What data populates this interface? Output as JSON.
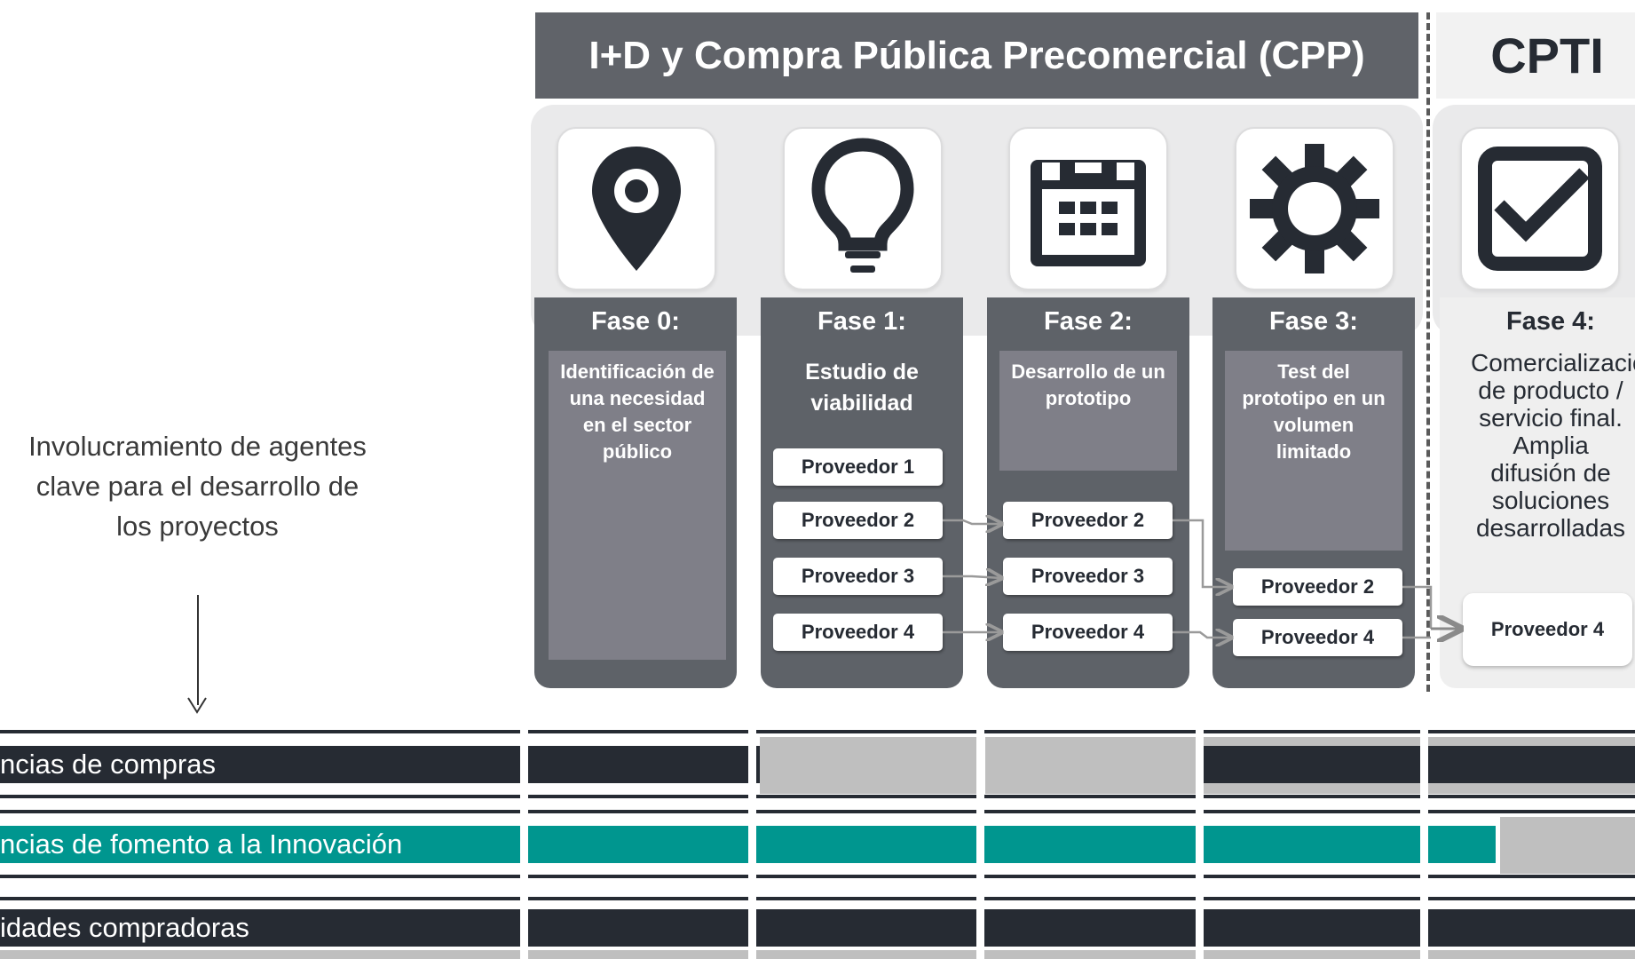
{
  "header": {
    "cpp_title": "I+D y Compra Pública Precomercial (CPP)",
    "cpti_title": "CPTI"
  },
  "icons": [
    "location-pin-icon",
    "lightbulb-icon",
    "calendar-icon",
    "gear-icon",
    "chart-check-icon"
  ],
  "phases": [
    {
      "label": "Fase 0:",
      "description": "Identificación de una necesidad en el sector público"
    },
    {
      "label": "Fase 1:",
      "description": "Estudio de viabilidad"
    },
    {
      "label": "Fase 2:",
      "description": "Desarrollo de un prototipo"
    },
    {
      "label": "Fase 3:",
      "description": "Test del prototipo en un volumen limitado"
    },
    {
      "label": "Fase 4:",
      "description": "Comercialización de producto / servicio final. Amplia difusión de soluciones desarrolladas"
    }
  ],
  "providers": {
    "fase1": [
      "Proveedor 1",
      "Proveedor 2",
      "Proveedor 3",
      "Proveedor 4"
    ],
    "fase2": [
      "Proveedor 2",
      "Proveedor 3",
      "Proveedor 4"
    ],
    "fase3": [
      "Proveedor 2",
      "Proveedor 4"
    ],
    "fase4": [
      "Proveedor 4"
    ]
  },
  "caption": {
    "line1": "Involucramiento de agentes",
    "line2": "clave para el desarrollo de",
    "line3": "los proyectos"
  },
  "timeline": [
    {
      "label": "ncias de compras",
      "color": "#262b33"
    },
    {
      "label": "ncias de fomento a la Innovación",
      "color": "#00968f"
    },
    {
      "label": "idades compradoras",
      "color": "#262b33"
    }
  ]
}
